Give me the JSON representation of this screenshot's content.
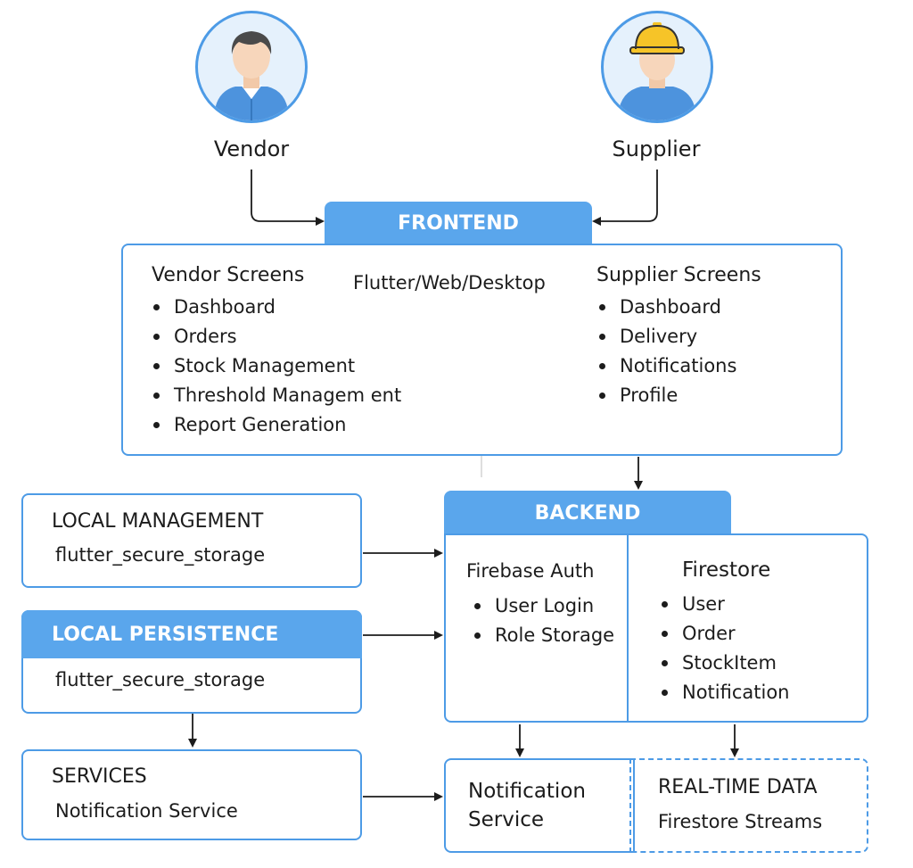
{
  "actors": {
    "vendor": {
      "label": "Vendor",
      "icon": "vendor-person-icon"
    },
    "supplier": {
      "label": "Supplier",
      "icon": "supplier-hardhat-icon"
    }
  },
  "frontend": {
    "tab": "FRONTEND",
    "platform": "Flutter/Web/Desktop",
    "vendor_screens": {
      "title": "Vendor Screens",
      "items": [
        "Dashboard",
        "Orders",
        "Stock Management",
        "Threshold Managem ent",
        "Report Generation"
      ]
    },
    "supplier_screens": {
      "title": "Supplier Screens",
      "items": [
        "Dashboard",
        "Delivery",
        "Notifications",
        "Profile"
      ]
    }
  },
  "local_management": {
    "title": "LOCAL MANAGEMENT",
    "subtitle": "flutter_secure_storage"
  },
  "local_persistence": {
    "tab": "LOCAL PERSISTENCE",
    "subtitle": "flutter_secure_storage"
  },
  "services": {
    "title": "SERVICES",
    "subtitle": "Notification Service"
  },
  "backend": {
    "tab": "BACKEND",
    "firebase_auth": {
      "title": "Firebase Auth",
      "items": [
        "User Login",
        "Role Storage"
      ]
    },
    "firestore": {
      "title": "Firestore",
      "items": [
        "User",
        "Order",
        "StockItem",
        "Notification"
      ]
    }
  },
  "notification_service": {
    "line1": "Notification",
    "line2": "Service"
  },
  "realtime": {
    "title": "REAL-TIME DATA",
    "subtitle": "Firestore Streams"
  },
  "colors": {
    "accent": "#5aa6ec",
    "border": "#4d9be6",
    "text": "#1c1c1c"
  }
}
